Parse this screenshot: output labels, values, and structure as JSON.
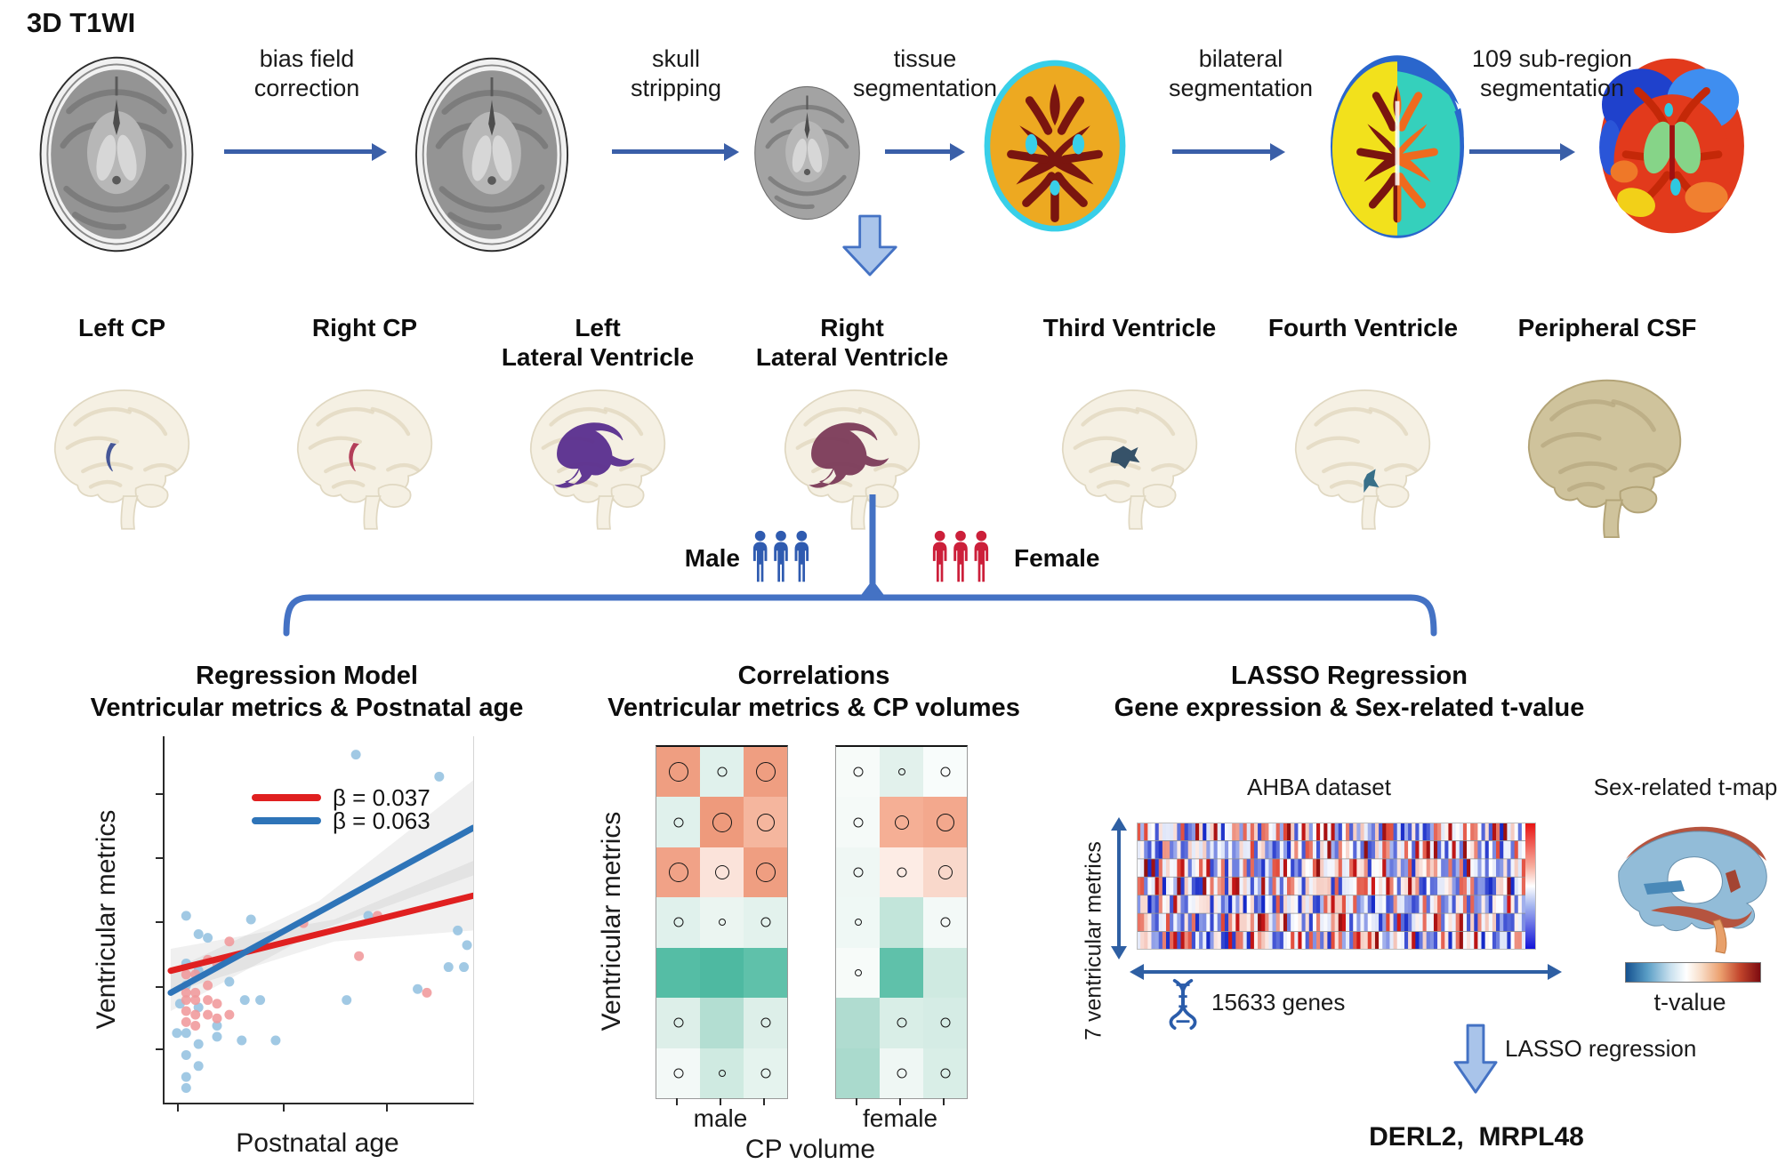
{
  "pipeline": {
    "title": "3D T1WI",
    "step_labels": [
      {
        "line1": "bias field",
        "line2": "correction"
      },
      {
        "line1": "skull",
        "line2": "stripping"
      },
      {
        "line1": "tissue",
        "line2": "segmentation"
      },
      {
        "line1": "bilateral",
        "line2": "segmentation"
      },
      {
        "line1": "109 sub-region",
        "line2": "segmentation"
      }
    ]
  },
  "structures": [
    {
      "line1": "",
      "line2": "Left CP",
      "color": "#3d4f93",
      "type": "cp"
    },
    {
      "line1": "",
      "line2": "Right CP",
      "color": "#b03552",
      "type": "cp"
    },
    {
      "line1": "Left",
      "line2": "Lateral Ventricle",
      "color": "#5a2f8f",
      "type": "lv"
    },
    {
      "line1": "Right",
      "line2": "Lateral Ventricle",
      "color": "#7c3b5a",
      "type": "lv"
    },
    {
      "line1": "",
      "line2": "Third Ventricle",
      "color": "#2c4a63",
      "type": "tv"
    },
    {
      "line1": "",
      "line2": "Fourth Ventricle",
      "color": "#2f6a85",
      "type": "fv"
    },
    {
      "line1": "",
      "line2": "Peripheral CSF",
      "color": "#cfc39c",
      "type": "csf"
    }
  ],
  "sex_groups": {
    "male_label": "Male",
    "female_label": "Female",
    "male_color": "#2f5bb0",
    "female_color": "#cc1f3a"
  },
  "panels": {
    "regression": {
      "title": "Regression Model",
      "subtitle": "Ventricular metrics & Postnatal age",
      "ylabel": "Ventricular metrics",
      "xlabel": "Postnatal age"
    },
    "correlations": {
      "title": "Correlations",
      "subtitle": "Ventricular metrics & CP volumes",
      "ylabel": "Ventricular metrics",
      "xlabel": "CP volume",
      "group_labels": [
        "male",
        "female"
      ]
    },
    "lasso": {
      "title": "LASSO Regression",
      "subtitle": "Gene expression & Sex-related t-value",
      "heatmap_title": "AHBA dataset",
      "tmap_title": "Sex-related t-map",
      "rows_label": "7 ventricular metrics",
      "cols_label": "15633 genes",
      "colorbar_label": "t-value",
      "arrow_label": "LASSO regression",
      "result_genes": "DERL2,  MRPL48"
    }
  },
  "chart_data": [
    {
      "id": "regression_scatter",
      "type": "scatter",
      "title": "Regression Model — Ventricular metrics & Postnatal age",
      "xlabel": "Postnatal age",
      "ylabel": "Ventricular metrics",
      "x_tick_positions": [
        0.043,
        0.388,
        0.725
      ],
      "y_tick_positions": [
        0.842,
        0.667,
        0.493,
        0.315,
        0.146
      ],
      "series": [
        {
          "name": "male",
          "color": "#94c1e0",
          "points": [
            [
              0.62,
              0.95
            ],
            [
              0.89,
              0.89
            ],
            [
              0.07,
              0.51
            ],
            [
              0.28,
              0.5
            ],
            [
              0.11,
              0.46
            ],
            [
              0.14,
              0.45
            ],
            [
              0.07,
              0.38
            ],
            [
              0.11,
              0.36
            ],
            [
              0.21,
              0.33
            ],
            [
              0.07,
              0.32
            ],
            [
              0.05,
              0.27
            ],
            [
              0.11,
              0.26
            ],
            [
              0.17,
              0.21
            ],
            [
              0.04,
              0.19
            ],
            [
              0.07,
              0.19
            ],
            [
              0.11,
              0.16
            ],
            [
              0.17,
              0.18
            ],
            [
              0.25,
              0.17
            ],
            [
              0.07,
              0.13
            ],
            [
              0.11,
              0.1
            ],
            [
              0.07,
              0.07
            ],
            [
              0.07,
              0.04
            ],
            [
              0.26,
              0.28
            ],
            [
              0.31,
              0.28
            ],
            [
              0.36,
              0.17
            ],
            [
              0.59,
              0.28
            ],
            [
              0.66,
              0.51
            ],
            [
              0.82,
              0.31
            ],
            [
              0.95,
              0.47
            ],
            [
              0.97,
              0.37
            ],
            [
              0.98,
              0.43
            ],
            [
              0.92,
              0.37
            ]
          ]
        },
        {
          "name": "female",
          "color": "#f0999b",
          "points": [
            [
              0.45,
              0.49
            ],
            [
              0.69,
              0.51
            ],
            [
              0.21,
              0.44
            ],
            [
              0.14,
              0.39
            ],
            [
              0.17,
              0.38
            ],
            [
              0.07,
              0.35
            ],
            [
              0.1,
              0.35
            ],
            [
              0.14,
              0.32
            ],
            [
              0.07,
              0.3
            ],
            [
              0.1,
              0.3
            ],
            [
              0.07,
              0.28
            ],
            [
              0.1,
              0.28
            ],
            [
              0.14,
              0.28
            ],
            [
              0.17,
              0.27
            ],
            [
              0.07,
              0.25
            ],
            [
              0.1,
              0.24
            ],
            [
              0.14,
              0.24
            ],
            [
              0.17,
              0.23
            ],
            [
              0.21,
              0.24
            ],
            [
              0.07,
              0.22
            ],
            [
              0.1,
              0.21
            ],
            [
              0.63,
              0.4
            ],
            [
              0.85,
              0.3
            ]
          ]
        }
      ],
      "regression_lines": [
        {
          "label": "β = 0.037",
          "color": "#e02020",
          "x0": 0.02,
          "y0": 0.36,
          "x1": 1.0,
          "y1": 0.565
        },
        {
          "label": "β = 0.063",
          "color": "#2e74b8",
          "x0": 0.02,
          "y0": 0.3,
          "x1": 1.0,
          "y1": 0.75
        }
      ],
      "ci_bands": [
        {
          "color": "#8a8a8a",
          "opacity": 0.13,
          "points": [
            [
              0.02,
              0.42
            ],
            [
              0.55,
              0.5
            ],
            [
              1,
              0.66
            ],
            [
              1,
              0.47
            ],
            [
              0.55,
              0.44
            ],
            [
              0.02,
              0.3
            ]
          ]
        },
        {
          "color": "#8a8a8a",
          "opacity": 0.13,
          "points": [
            [
              0.02,
              0.36
            ],
            [
              0.5,
              0.55
            ],
            [
              1,
              0.88
            ],
            [
              1,
              0.62
            ],
            [
              0.5,
              0.47
            ],
            [
              0.02,
              0.25
            ]
          ]
        }
      ]
    },
    {
      "id": "correlation_heatmap_male",
      "type": "heatmap",
      "group": "male",
      "rows": 7,
      "cols": 3,
      "cell_note": "cells = [fill hex, significance ring radius px]",
      "cells": [
        [
          [
            "#ef9e81",
            10
          ],
          [
            "#e0f1ec",
            4.5
          ],
          [
            "#ef9e81",
            10
          ]
        ],
        [
          [
            "#e0f1ec",
            4.5
          ],
          [
            "#ee9a7c",
            10
          ],
          [
            "#f5b69e",
            9
          ]
        ],
        [
          [
            "#f1a287",
            10
          ],
          [
            "#fbe3da",
            7
          ],
          [
            "#ef9e81",
            10
          ]
        ],
        [
          [
            "#e0f1ec",
            4.5
          ],
          [
            "#ebf5f1",
            3
          ],
          [
            "#e3f2ed",
            4.5
          ]
        ],
        [
          [
            "#55bda5",
            0
          ],
          [
            "#4eb9a1",
            0
          ],
          [
            "#5fc1aa",
            0
          ]
        ],
        [
          [
            "#ddefe9",
            4.5
          ],
          [
            "#b3ded2",
            0
          ],
          [
            "#ddefe9",
            4.5
          ]
        ],
        [
          [
            "#f3f9f7",
            4.5
          ],
          [
            "#cfeae1",
            3
          ],
          [
            "#e5f3ee",
            4.5
          ]
        ]
      ]
    },
    {
      "id": "correlation_heatmap_female",
      "type": "heatmap",
      "group": "female",
      "rows": 7,
      "cols": 3,
      "cell_note": "cells = [fill hex, significance ring radius px]",
      "cells": [
        [
          [
            "#f7fbf9",
            4.5
          ],
          [
            "#e2f1ec",
            3
          ],
          [
            "#f8fcfb",
            4.5
          ]
        ],
        [
          [
            "#f5faf8",
            4.5
          ],
          [
            "#f5af95",
            7
          ],
          [
            "#f3a88d",
            9
          ]
        ],
        [
          [
            "#eff7f4",
            4.5
          ],
          [
            "#fdece5",
            4.5
          ],
          [
            "#f9d8cb",
            7
          ]
        ],
        [
          [
            "#eff8f5",
            3
          ],
          [
            "#c2e5da",
            0
          ],
          [
            "#f3f9f7",
            4.5
          ]
        ],
        [
          [
            "#f7fbf9",
            3
          ],
          [
            "#5fc1aa",
            0
          ],
          [
            "#cfeae1",
            0
          ]
        ],
        [
          [
            "#b0dcd0",
            0
          ],
          [
            "#d9eee7",
            4.5
          ],
          [
            "#d5ece5",
            4.5
          ]
        ],
        [
          [
            "#aadacd",
            0
          ],
          [
            "#eff7f4",
            4.5
          ],
          [
            "#d9eee7",
            4.5
          ]
        ]
      ]
    },
    {
      "id": "ahba_expression_heatmap",
      "type": "heatmap",
      "rows": 7,
      "rows_label": "7 ventricular metrics",
      "cols_label": "15633 genes",
      "palette": [
        "#1428c8",
        "#ffffff",
        "#c01818"
      ],
      "tvalue_column": "vertical red-to-blue gradient strip at right edge"
    }
  ]
}
